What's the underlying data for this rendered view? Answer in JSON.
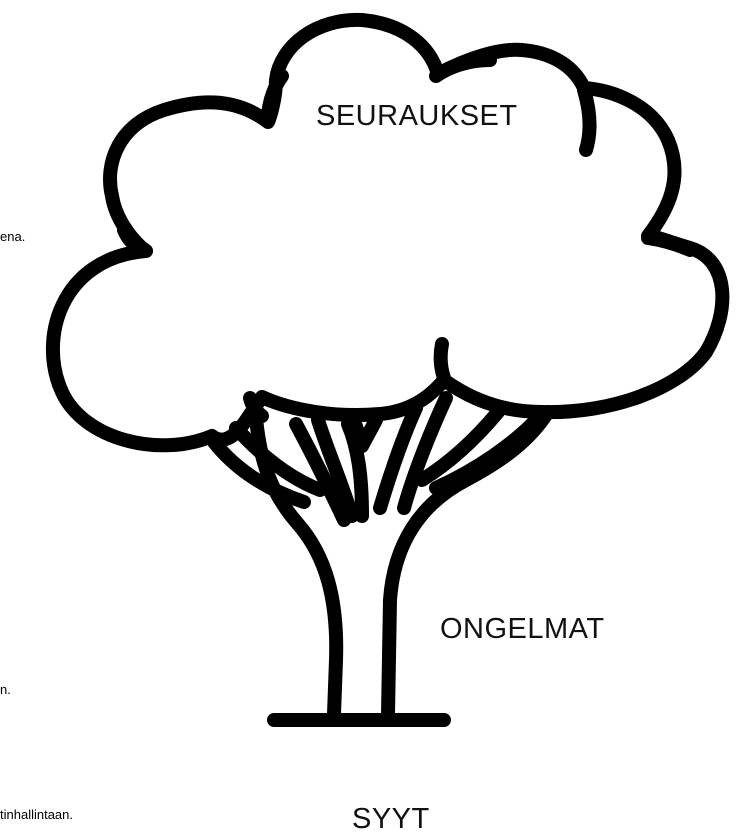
{
  "left_margin_fragments": [
    "ena.",
    "n.",
    "tinhallintaan."
  ],
  "tree": {
    "consequences_label": "SEURAUKSET",
    "problems_label": "ONGELMAT",
    "causes_label": "SYYT"
  },
  "colors": {
    "stroke": "#000000",
    "fill": "#ffffff",
    "text": "#111111"
  },
  "icon": "tree-icon"
}
